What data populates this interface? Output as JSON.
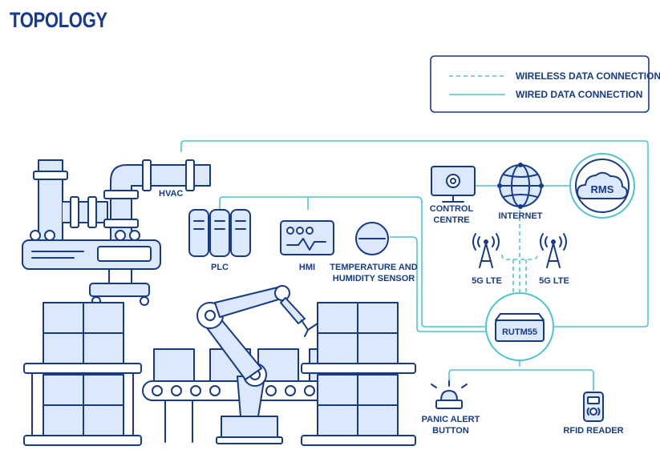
{
  "title": "TOPOLOGY",
  "legend": {
    "wireless": "WIRELESS DATA CONNECTION",
    "wired": "WIRED DATA CONNECTION"
  },
  "nodes": {
    "hvac": "HVAC",
    "plc": "PLC",
    "hmi": "HMI",
    "sensor_line1": "TEMPERATURE AND",
    "sensor_line2": "HUMIDITY SENSOR",
    "control_line1": "CONTROL",
    "control_line2": "CENTRE",
    "internet": "INTERNET",
    "rms": "RMS",
    "lte_left": "5G LTE",
    "lte_right": "5G LTE",
    "router": "RUTM55",
    "panic_line1": "PANIC ALERT",
    "panic_line2": "BUTTON",
    "rfid": "RFID READER"
  },
  "colors": {
    "navy": "#163a8c",
    "cyan": "#4ec4cf",
    "fill": "#dce8fb"
  }
}
